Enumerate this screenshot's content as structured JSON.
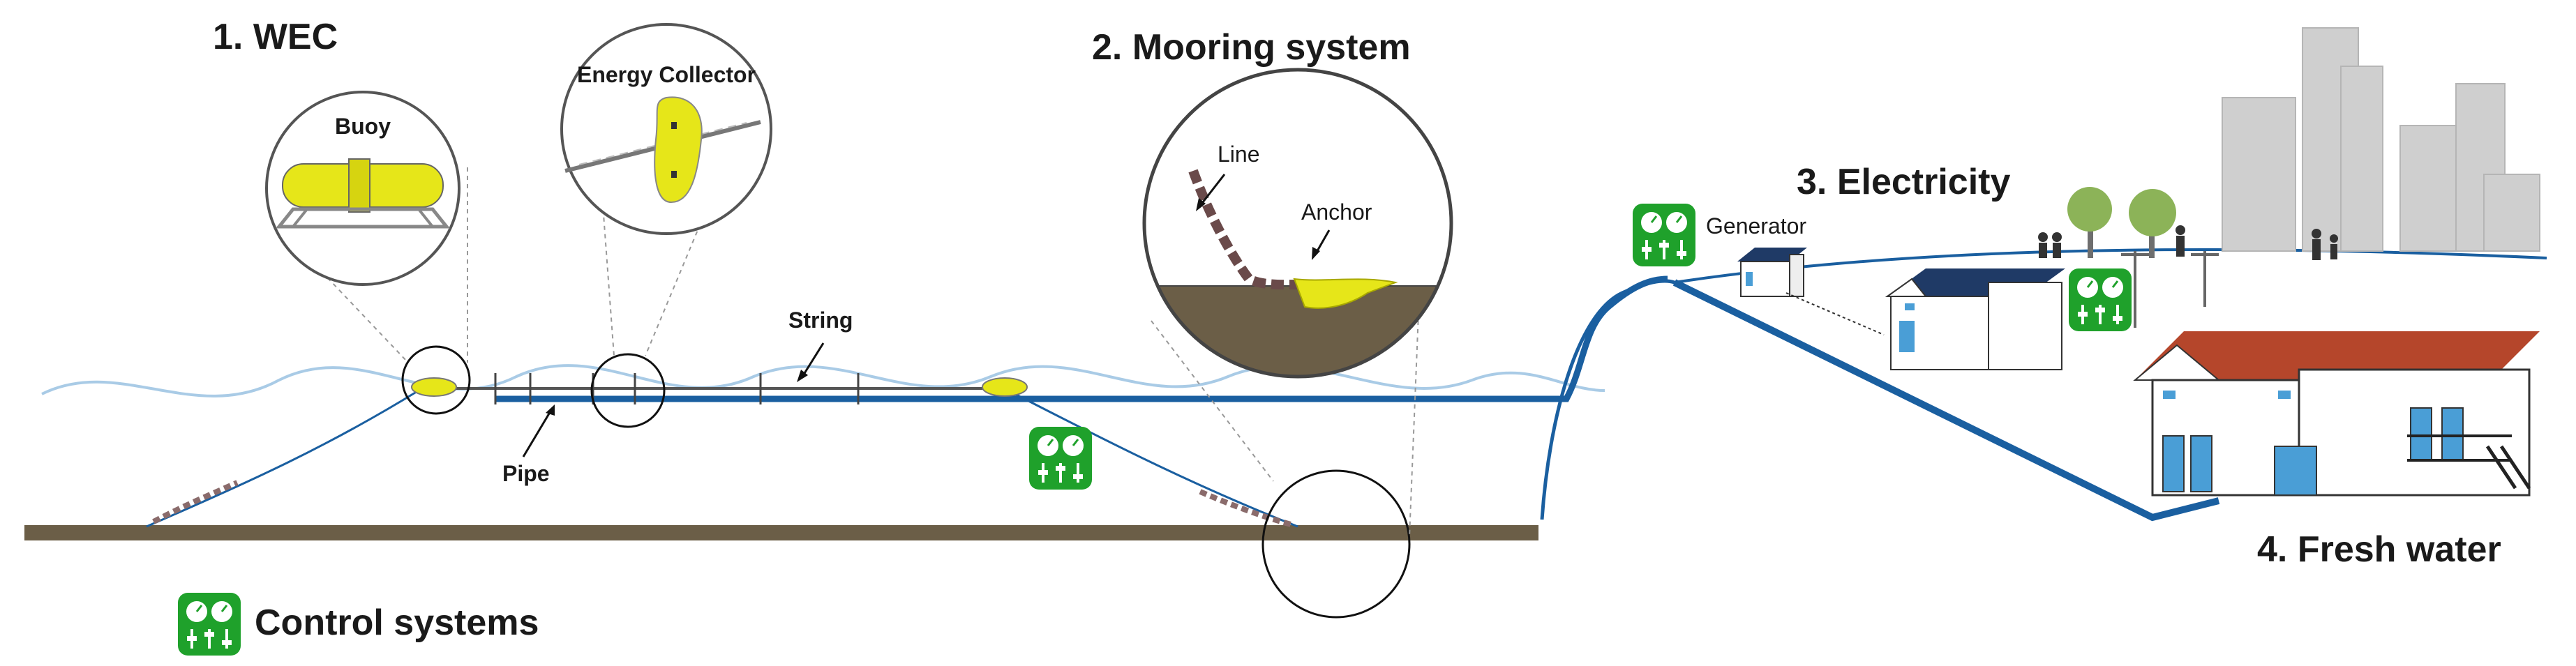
{
  "sections": {
    "wec": "1. WEC",
    "mooring": "2. Mooring system",
    "electricity": "3. Electricity",
    "fresh_water": "4. Fresh water"
  },
  "callouts": {
    "buoy": "Buoy",
    "energy_collector": "Energy Collector",
    "line": "Line",
    "anchor": "Anchor",
    "string": "String",
    "pipe": "Pipe",
    "generator": "Generator"
  },
  "legend": {
    "control_systems": "Control systems"
  },
  "colors": {
    "pipe_blue": "#1a5fa0",
    "wave_blue": "#a9cbe6",
    "seabed_brown": "#6b5e47",
    "buoy_yellow": "#e6e619",
    "control_green": "#1fa12b",
    "roof_red": "#b5462b",
    "roof_navy": "#1f3a66",
    "city_gray": "#c4c4c4",
    "tree_green": "#8cb358"
  },
  "icons": [
    "control-system-icon",
    "buoy-icon",
    "energy-collector-icon",
    "anchor-icon",
    "chain-line-icon",
    "house-icon",
    "city-icon",
    "tree-icon"
  ]
}
